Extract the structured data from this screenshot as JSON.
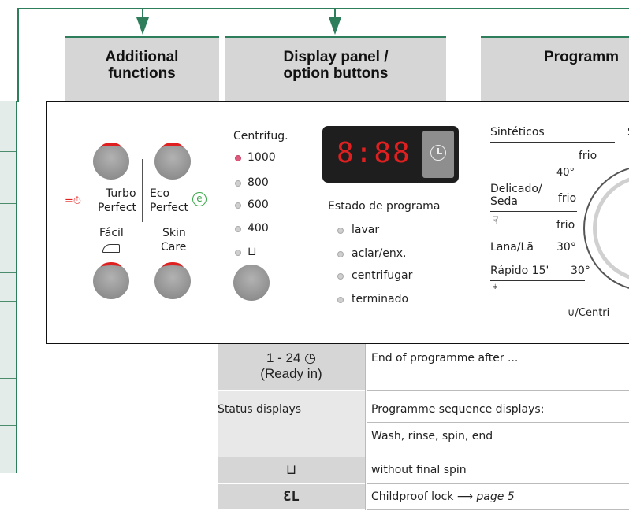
{
  "headers": {
    "additional": [
      "Additional",
      "functions"
    ],
    "display": [
      "Display panel /",
      "option buttons"
    ],
    "programme": "Programm"
  },
  "colors": {
    "accent_green": "#2e7d5b",
    "header_gray": "#d6d6d6",
    "led_red": "#e02020",
    "eco_green": "#3aa84a"
  },
  "panel": {
    "turbo": {
      "icon": "=⏱",
      "label": [
        "Turbo",
        "Perfect"
      ]
    },
    "eco": {
      "icon": "e",
      "label": [
        "Eco",
        "Perfect"
      ]
    },
    "facil": {
      "label": "Fácil",
      "icon": "iron-icon"
    },
    "skin": {
      "label": [
        "Skin",
        "Care"
      ]
    },
    "spin_title": "Centrifug.",
    "spin_options": [
      "1000",
      "800",
      "600",
      "400",
      "⊔"
    ],
    "display_digits": "8:88",
    "status_title": "Estado de programa",
    "status_items": [
      "lavar",
      "aclar/enx.",
      "centrifugar",
      "terminado"
    ],
    "programmes": {
      "sinteticos": "Sintéticos",
      "frio1": "frio",
      "temp40": "40°",
      "delicado": [
        "Delicado/",
        "Seda"
      ],
      "frio2": "frio",
      "frio3": "frio",
      "lana": "Lana/Lã",
      "lana_temp": "30°",
      "rapido": "Rápido 15'",
      "rapido_temp": "30°",
      "centri": "⊍/Centri",
      "s_edge": "S"
    }
  },
  "table": [
    {
      "left": [
        "1 - 24 ◷",
        "(Ready in)"
      ],
      "right": [
        "End of programme after ..."
      ]
    },
    {
      "left": [
        "Status displays"
      ],
      "right": [
        "Programme sequence displays:",
        "Wash, rinse, spin, end"
      ]
    },
    {
      "left": [
        "⊔"
      ],
      "right": [
        "without final spin"
      ]
    },
    {
      "left": [
        "ƐL"
      ],
      "right": [
        "Childproof lock ⟶ ",
        "page 5"
      ]
    }
  ]
}
